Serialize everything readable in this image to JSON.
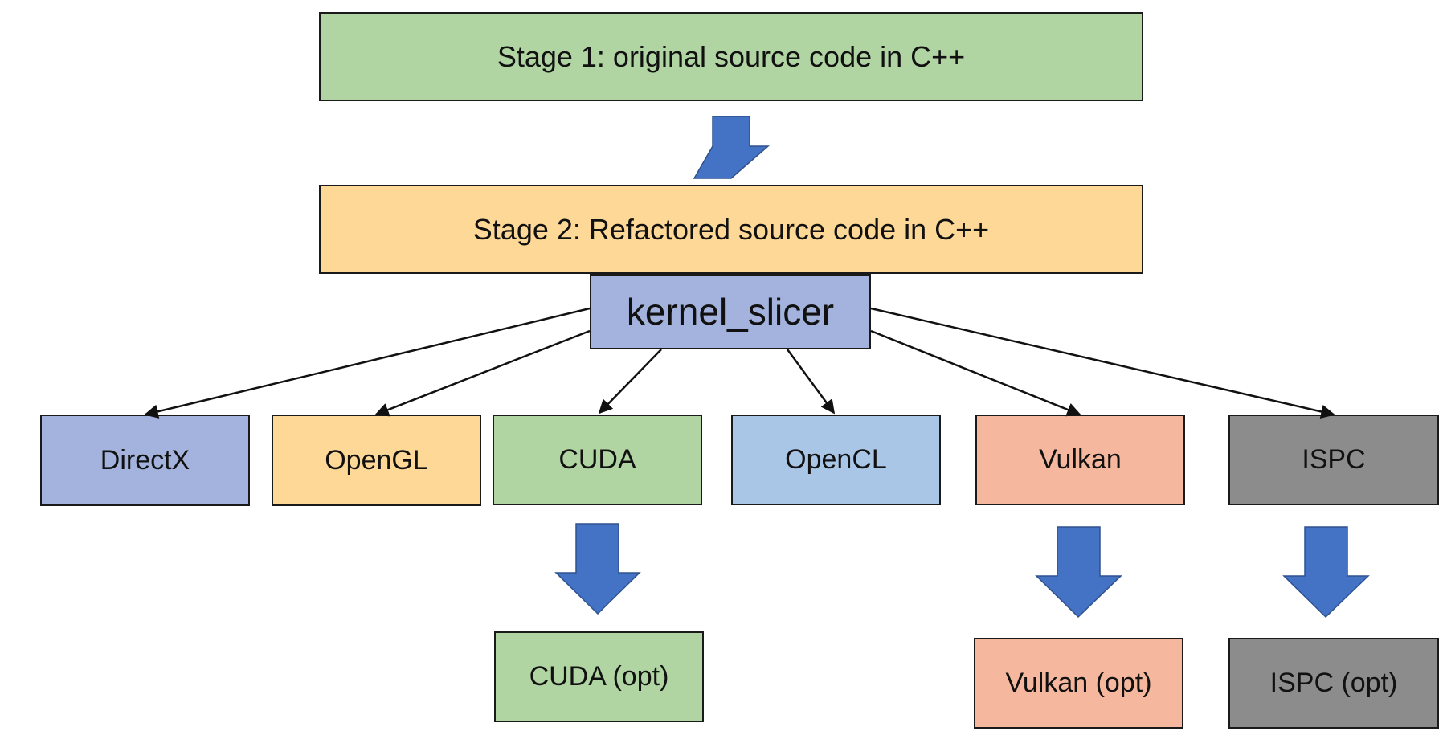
{
  "stages": {
    "stage1": "Stage 1: original source code in C++",
    "stage2": "Stage 2: Refactored source code in C++"
  },
  "tool": {
    "label": "kernel_slicer"
  },
  "backends": {
    "directx": "DirectX",
    "opengl": "OpenGL",
    "cuda": "CUDA",
    "opencl": "OpenCL",
    "vulkan": "Vulkan",
    "ispc": "ISPC"
  },
  "optimized": {
    "cuda": "CUDA (opt)",
    "vulkan": "Vulkan (opt)",
    "ispc": "ISPC (opt)"
  },
  "colors": {
    "green": "#b0d4a2",
    "orange": "#fed896",
    "blue_purple": "#a3b3dd",
    "light_blue": "#aac6e6",
    "salmon": "#f5b89e",
    "gray": "#8c8c8c",
    "arrow_blue": "#4472c4"
  }
}
